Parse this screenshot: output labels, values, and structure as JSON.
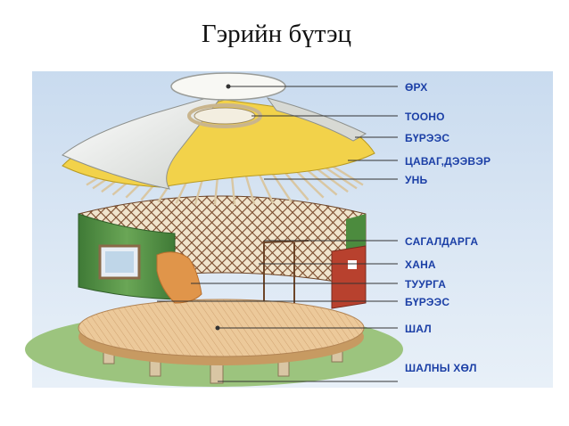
{
  "title": "Гэрийн бүтэц",
  "labels": {
    "orh": "ӨРХ",
    "toono": "ТООНО",
    "buurees_top": "БҮРЭЭС",
    "tsavag": "ЦАВАГ,ДЭЭВЭР",
    "uni": "УНЬ",
    "sagaldarga": "САГАЛДАРГА",
    "hana": "ХАНА",
    "tuurga": "ТУУРГА",
    "buurees_bottom": "БҮРЭЭС",
    "shal": "ШАЛ",
    "shalny_hul": "ШАЛНЫ ХӨЛ"
  },
  "colors": {
    "label_text": "#1b3fa6",
    "panel_bg": "#d3e2f2",
    "felt_yellow": "#f2d24a",
    "canvas_white": "#f4f4ef",
    "wall_green": "#5c9a4a",
    "lattice_brown": "#8a5a3a",
    "floor_wood": "#e8c79a",
    "door_red": "#b8412e"
  }
}
